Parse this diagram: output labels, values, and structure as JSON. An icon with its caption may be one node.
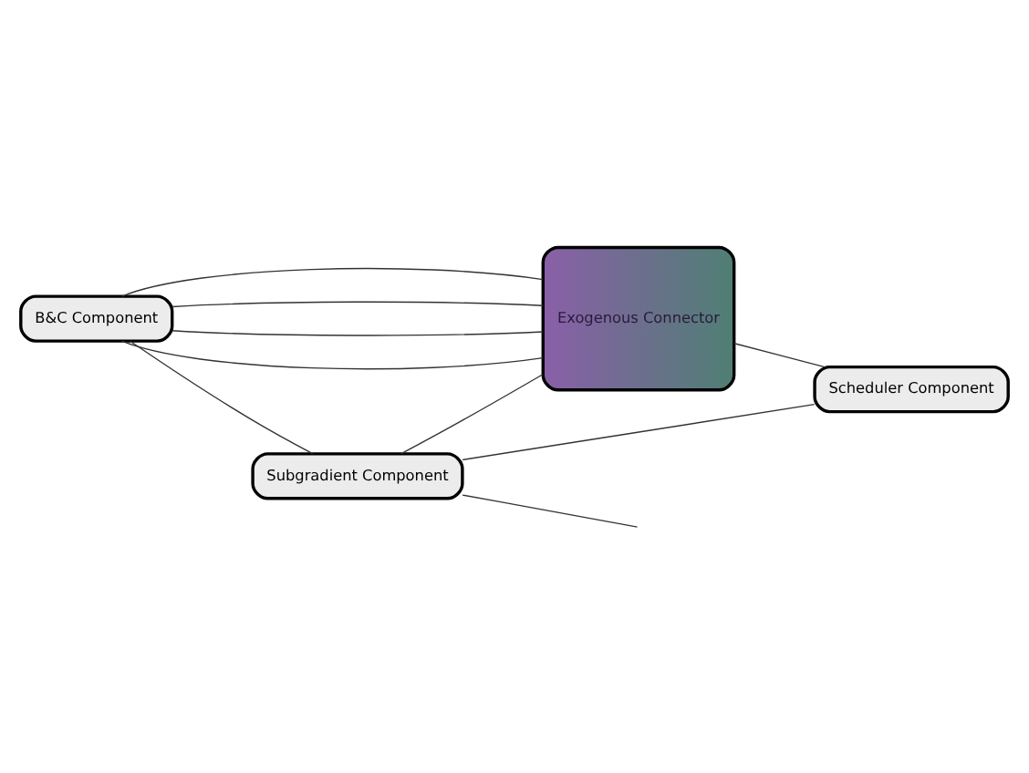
{
  "diagram": {
    "nodes": [
      {
        "text": [
          "Subgradient Component"
        ]
      },
      {
        "text": [
          "B&C Component"
        ]
      },
      {
        "text": [
          "Exogenous Connector"
        ]
      },
      {
        "text": [
          "Scheduler Component"
        ]
      }
    ],
    "edges": [
      {
        "from": 1,
        "to": 0,
        "arrow": "none"
      },
      {
        "from": 0,
        "to": null,
        "arrow": "none"
      },
      {
        "from": 1,
        "to": 2,
        "arrow": "none"
      },
      {
        "from": 1,
        "to": 2,
        "arrow": "none"
      },
      {
        "from": 1,
        "to": 2,
        "arrow": "none"
      },
      {
        "from": 1,
        "to": 2,
        "arrow": "none"
      },
      {
        "from": 2,
        "to": 3,
        "arrow": "none"
      },
      {
        "from": 0,
        "to": 2,
        "arrow": "none"
      },
      {
        "from": 0,
        "to": 3,
        "arrow": "none"
      }
    ]
  }
}
